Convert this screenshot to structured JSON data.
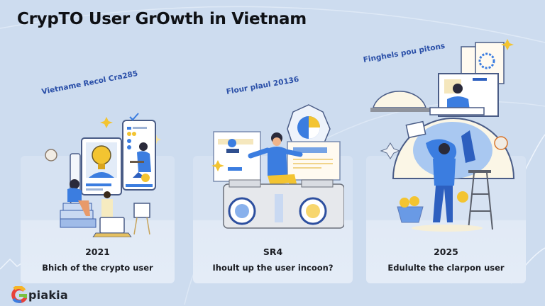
{
  "header": {
    "title": "CrypTO User GrOwth in Vietnam"
  },
  "captions": [
    "Vietname Recol Cra285",
    "Flour plaul 20136",
    "Finghels pou pitons"
  ],
  "cards": [
    {
      "year": "2021",
      "description": "Bhich of the crypto user"
    },
    {
      "year": "SR4",
      "description": "Ihoult up the user incoon?"
    },
    {
      "year": "2025",
      "description": "Edululte the clarpon user"
    }
  ],
  "brand": {
    "name": "piakia",
    "colors": [
      "#e8413a",
      "#f5b526",
      "#7ac142",
      "#3b7de0"
    ]
  },
  "colors": {
    "background": "#cddcef",
    "card": "#d6e2f2",
    "accent_blue": "#3b7de0",
    "accent_yellow": "#f3c431",
    "caption_blue": "#2a4fa8"
  }
}
